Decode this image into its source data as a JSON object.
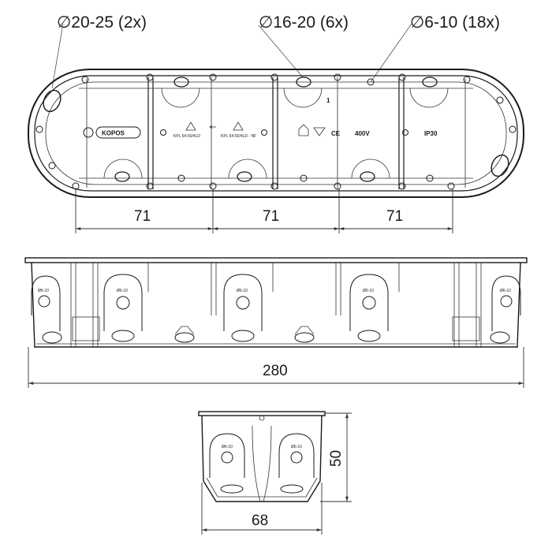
{
  "callouts": {
    "holes_large": "∅20-25 (2x)",
    "holes_medium": "∅16-20 (6x)",
    "holes_small": "∅6-10 (18x)"
  },
  "box_labels": {
    "brand": "KOPOS",
    "model_1": "KPL 64-50/4LD",
    "model_2": "KPL 64-50/4LD - NF",
    "marking_1": "1",
    "voltage": "400V",
    "ip_rating": "IP30",
    "ce": "CE"
  },
  "knockout_label": "Ø6-10",
  "dimensions": {
    "pitch_1": "71",
    "pitch_2": "71",
    "pitch_3": "71",
    "length": "280",
    "width": "68",
    "height": "50"
  }
}
